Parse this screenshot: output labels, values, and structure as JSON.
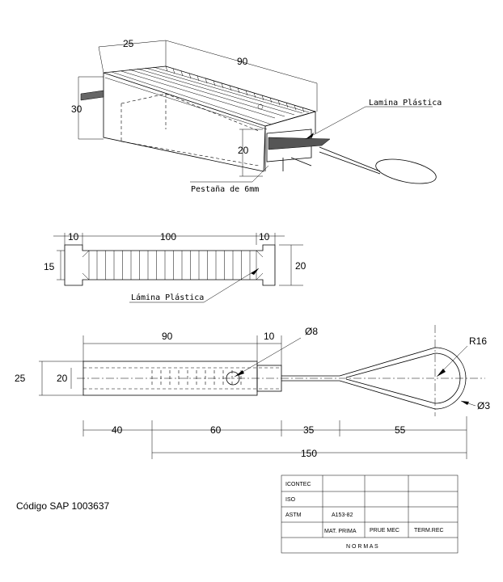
{
  "iso_view": {
    "dim_width": "25",
    "dim_length": "90",
    "dim_height": "30",
    "dim_inner": "20",
    "label_plastic": "Lamina Plástica",
    "label_flange": "Pestaña de 6mm"
  },
  "top_view": {
    "dim_left": "10",
    "dim_mid": "100",
    "dim_right": "10",
    "dim_h_left": "15",
    "dim_h_right": "20",
    "label_plastic": "Lámina Plástica"
  },
  "side_view": {
    "dim_body": "90",
    "dim_end": "10",
    "dim_hole": "Ø8",
    "dim_radius": "R16",
    "dim_wire": "Ø3",
    "dim_outer_h": "25",
    "dim_inner_h": "20",
    "dim_seg1": "40",
    "dim_seg2": "60",
    "dim_seg3": "35",
    "dim_seg4": "55",
    "dim_total": "150"
  },
  "sap_code": "Código SAP 1003637",
  "norms_table": {
    "rows": [
      "ICONTEC",
      "ISO",
      "ASTM"
    ],
    "astm_value": "A153-82",
    "headers": [
      "MAT. PRIMA",
      "PRUE MEC",
      "TERM.REC"
    ],
    "footer": "N O R M A S"
  }
}
